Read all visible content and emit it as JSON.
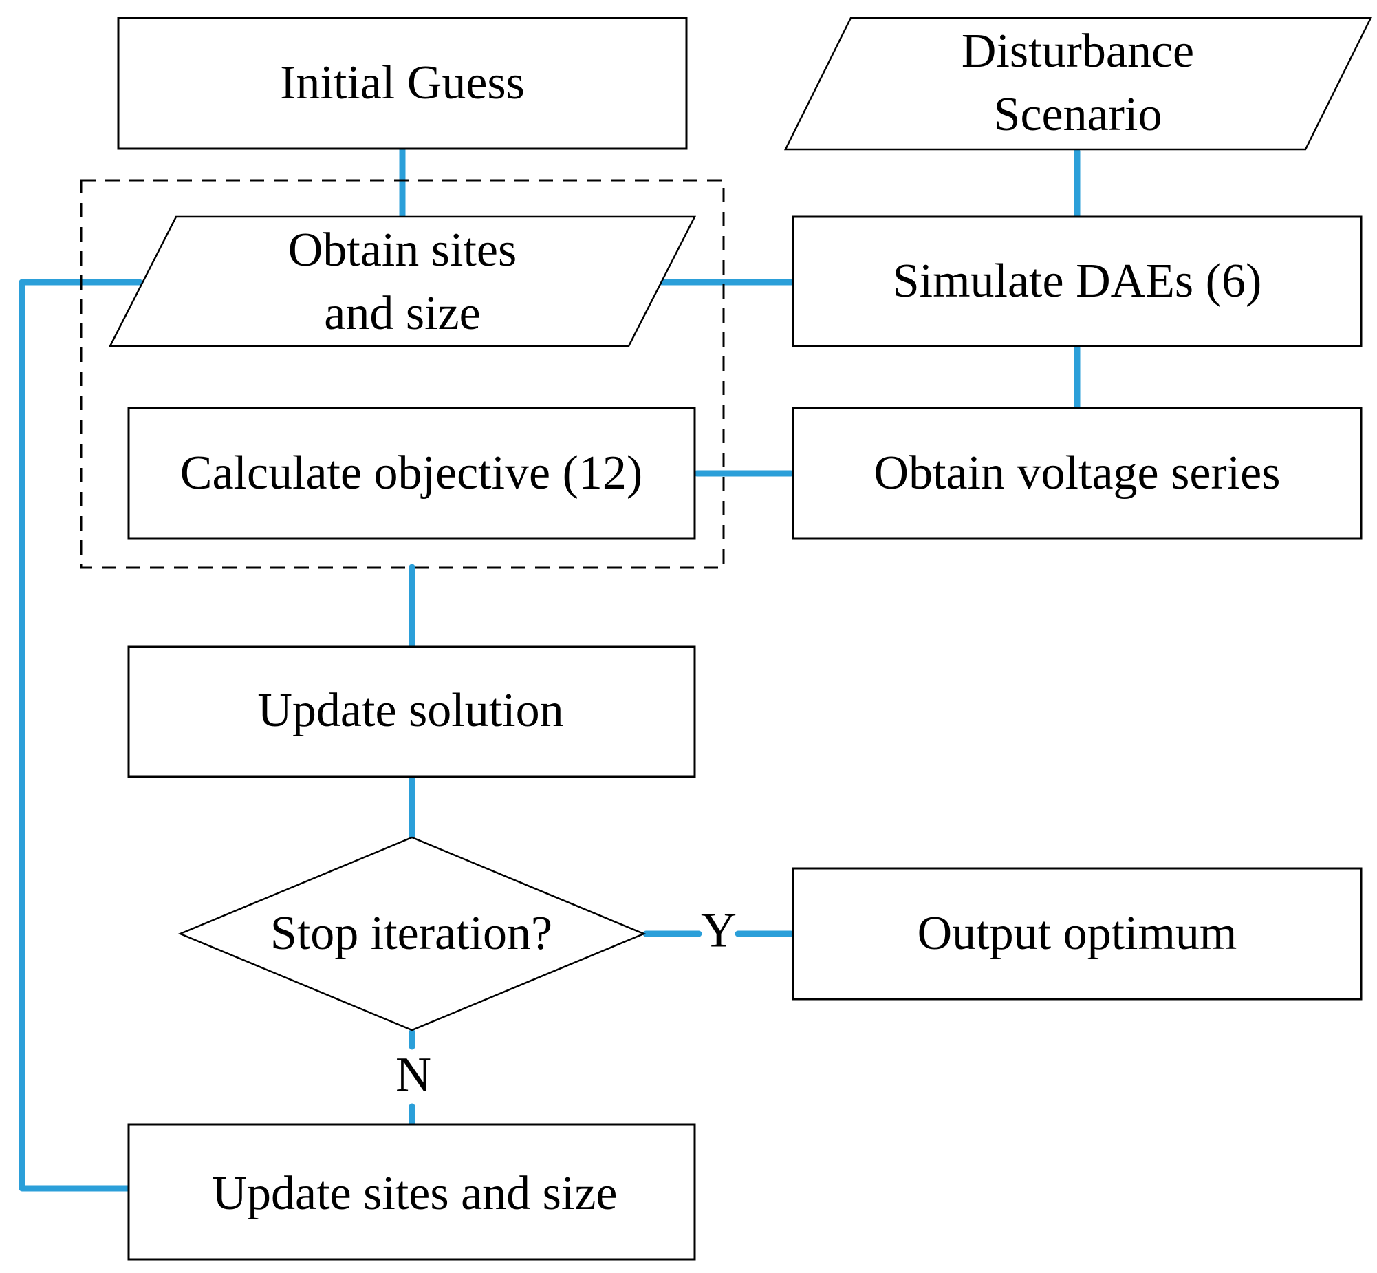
{
  "diagram": {
    "type": "flowchart",
    "background_color": "#FFFFFF",
    "shape_stroke_color": "#000000",
    "text_color": "#000000",
    "connector_color": "#2B9FD9",
    "nodes": [
      {
        "id": "initial-guess",
        "shape": "rectangle",
        "label": "Initial Guess"
      },
      {
        "id": "disturbance-scenario",
        "shape": "parallelogram",
        "label": "Disturbance Scenario",
        "lines": [
          "Disturbance",
          "Scenario"
        ]
      },
      {
        "id": "obtain-sites",
        "shape": "parallelogram",
        "label": "Obtain sites and size",
        "lines": [
          "Obtain sites",
          "and size"
        ]
      },
      {
        "id": "simulate-daes",
        "shape": "rectangle",
        "label": "Simulate DAEs (6)"
      },
      {
        "id": "calculate-objective",
        "shape": "rectangle",
        "label": "Calculate objective (12)"
      },
      {
        "id": "obtain-voltage",
        "shape": "rectangle",
        "label": "Obtain voltage series"
      },
      {
        "id": "update-solution",
        "shape": "rectangle",
        "label": "Update solution"
      },
      {
        "id": "stop-iteration",
        "shape": "diamond",
        "label": "Stop iteration?"
      },
      {
        "id": "output-optimum",
        "shape": "rectangle",
        "label": "Output optimum"
      },
      {
        "id": "update-sites",
        "shape": "rectangle",
        "label": "Update sites and size"
      }
    ],
    "edges": [
      {
        "from": "initial-guess",
        "to": "obtain-sites",
        "label": ""
      },
      {
        "from": "disturbance-scenario",
        "to": "simulate-daes",
        "label": ""
      },
      {
        "from": "obtain-sites",
        "to": "simulate-daes",
        "label": ""
      },
      {
        "from": "simulate-daes",
        "to": "obtain-voltage",
        "label": ""
      },
      {
        "from": "obtain-voltage",
        "to": "calculate-objective",
        "label": ""
      },
      {
        "from": "calculate-objective",
        "to": "update-solution",
        "label": ""
      },
      {
        "from": "update-solution",
        "to": "stop-iteration",
        "label": ""
      },
      {
        "from": "stop-iteration",
        "to": "output-optimum",
        "label": "Y"
      },
      {
        "from": "stop-iteration",
        "to": "update-sites",
        "label": "N"
      },
      {
        "from": "update-sites",
        "to": "obtain-sites",
        "label": ""
      }
    ]
  }
}
